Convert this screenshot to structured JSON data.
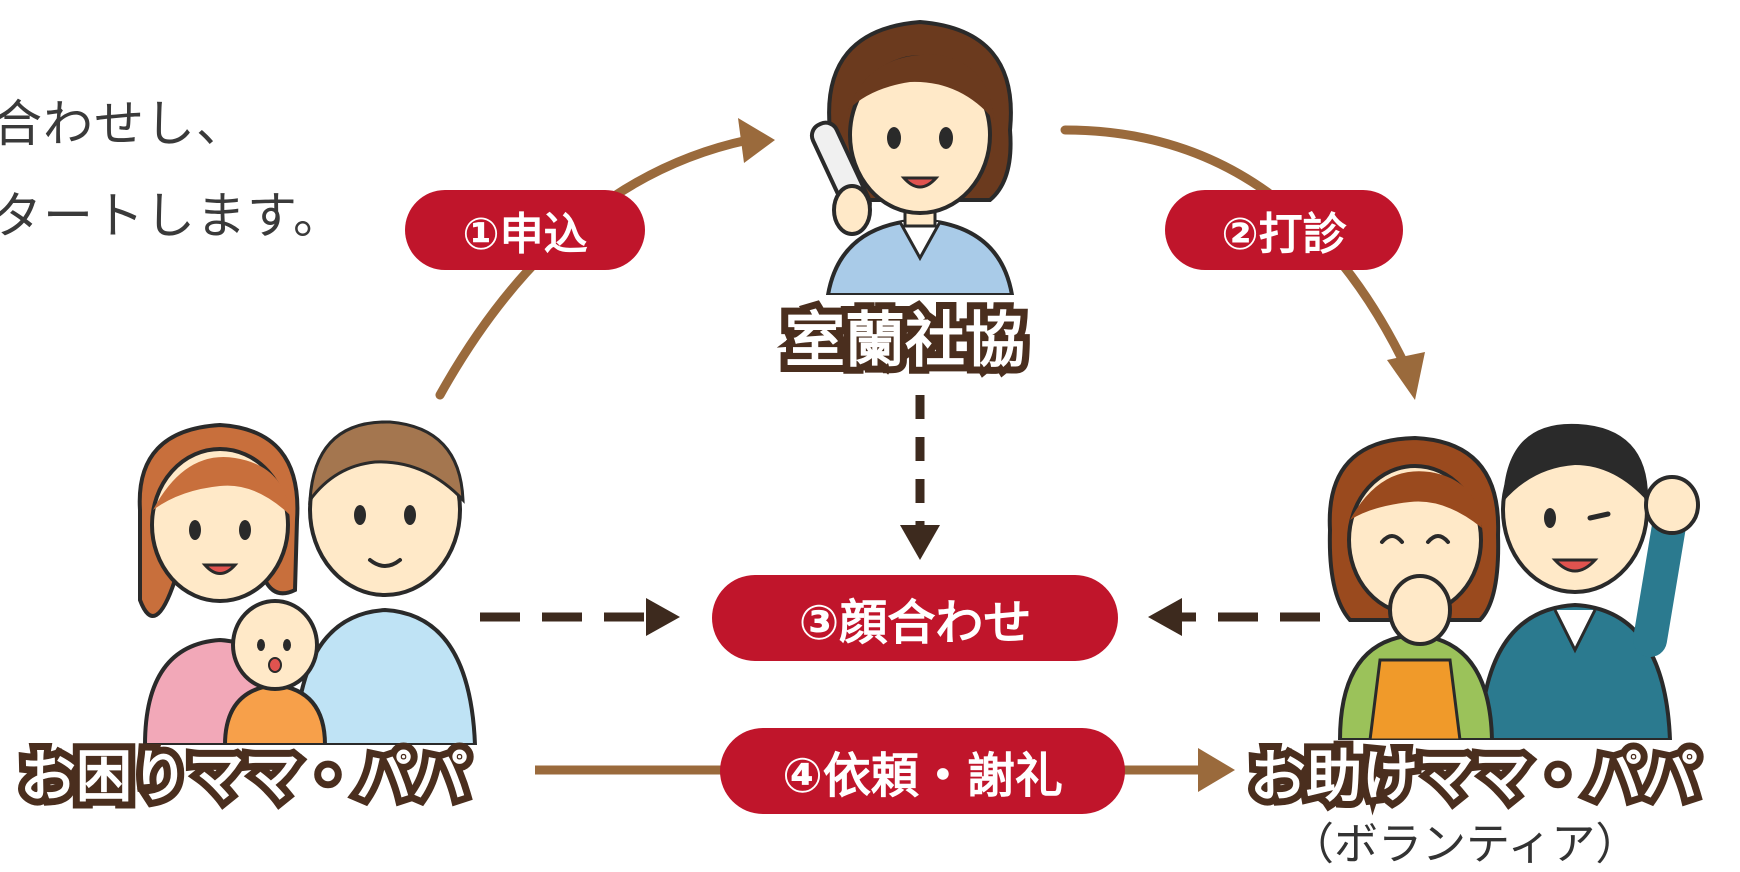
{
  "intro_lines": [
    "合わせし、",
    "タートします。"
  ],
  "steps": {
    "apply": "①申込",
    "sound_out": "②打診",
    "meet": "③顔合わせ",
    "request_thanks": "④依頼・謝礼"
  },
  "nodes": {
    "center": "室蘭社協",
    "left": "お困りママ・パパ",
    "right": "お助けママ・パパ",
    "right_sub": "（ボランティア）"
  },
  "colors": {
    "pill": "#c0152b",
    "solid_arrow": "#9a6a3c",
    "dashed_arrow": "#3d2a1e",
    "label_outline": "#4a2e1e"
  }
}
